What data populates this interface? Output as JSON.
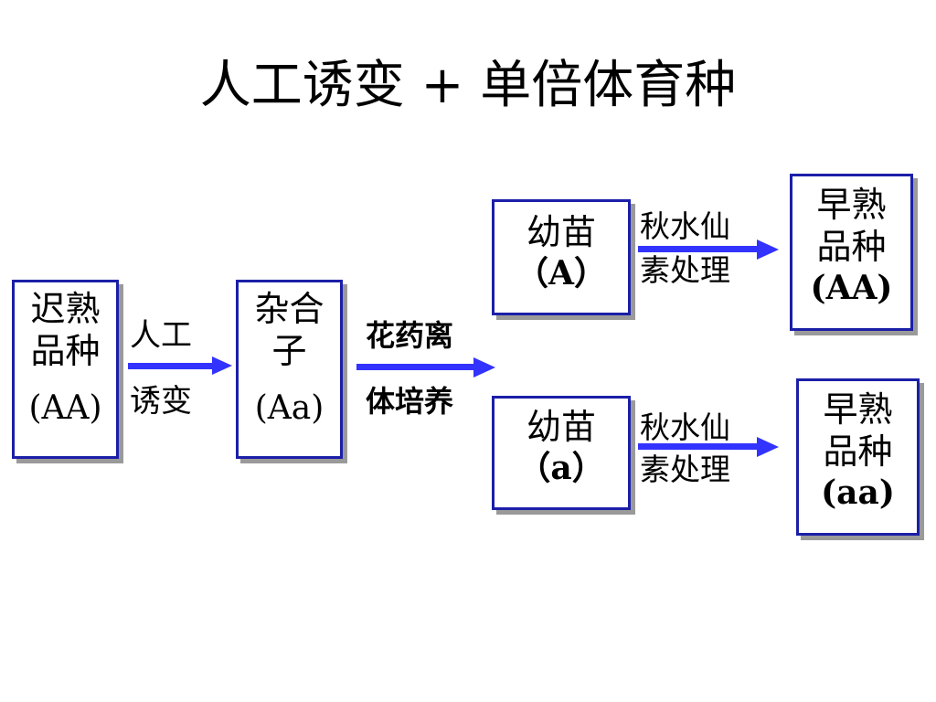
{
  "title": "人工诱变 + 单倍体育种",
  "boxes": {
    "late": {
      "line1": "迟熟",
      "line2": "品种",
      "genotype": "(AA)"
    },
    "hybrid": {
      "line1": "杂合",
      "line2": "子",
      "genotype": "(Aa)"
    },
    "seedling_A": {
      "line1": "幼苗",
      "genotype": "（A）"
    },
    "seedling_a": {
      "line1": "幼苗",
      "genotype": "（a）"
    },
    "early_AA": {
      "line1": "早熟",
      "line2": "品种",
      "genotype": "(AA)"
    },
    "early_aa": {
      "line1": "早熟",
      "line2": "品种",
      "genotype": "(aa)"
    }
  },
  "steps": {
    "mutagenesis": {
      "line1": "人工",
      "line2": "诱变"
    },
    "anther_culture": {
      "line1": "花药离",
      "line2": "体培养"
    },
    "colchicine_top": {
      "line1": "秋水仙",
      "line2": "素处理"
    },
    "colchicine_bottom": {
      "line1": "秋水仙",
      "line2": "素处理"
    }
  },
  "colors": {
    "box_border": "#1b1fa8",
    "arrow": "#3333ff",
    "shadow": "#9a9a9a"
  }
}
